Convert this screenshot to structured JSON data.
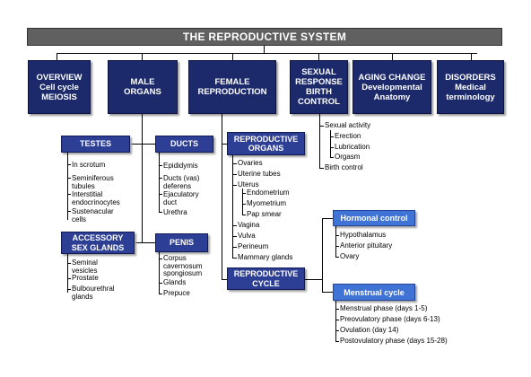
{
  "title": "THE REPRODUCTIVE SYSTEM",
  "top": [
    {
      "l1": "OVERVIEW",
      "l2": "Cell cycle",
      "l3": "MEIOSIS"
    },
    {
      "l1": "MALE",
      "l2": "ORGANS"
    },
    {
      "l1": "FEMALE",
      "l2": "REPRODUCTION"
    },
    {
      "l1": "SEXUAL",
      "l2": "RESPONSE",
      "l3": "BIRTH",
      "l4": "CONTROL"
    },
    {
      "l1": "AGING CHANGE",
      "l2": "Developmental",
      "l3": "Anatomy"
    },
    {
      "l1": "DISORDERS",
      "l2": "Medical",
      "l3": "terminology"
    }
  ],
  "testes": {
    "label": "TESTES",
    "items": [
      "In scrotum",
      "Seminiferous tubules",
      "Interstitial endocrinocytes",
      "Sustenacular cells"
    ]
  },
  "ducts": {
    "label": "DUCTS",
    "items": [
      "Epididymis",
      "Ducts (vas) deferens",
      "Ejaculatory duct",
      "Urethra"
    ]
  },
  "accessory": {
    "l1": "ACCESSORY",
    "l2": "SEX GLANDS",
    "items": [
      "Seminal vesicles",
      "Prostate",
      "Bulbourethral glands"
    ]
  },
  "penis": {
    "label": "PENIS",
    "items": [
      "Corpus cavernosum spongiosum",
      "Glands",
      "Prepuce"
    ]
  },
  "repro_organs": {
    "l1": "REPRODUCTIVE",
    "l2": "ORGANS",
    "items": [
      "Ovaries",
      "Uterine tubes",
      "Uterus",
      "Endometrium",
      "Myometrium",
      "Pap smear",
      "Vagina",
      "Vulva",
      "Perineum",
      "Mammary glands"
    ]
  },
  "repro_cycle": {
    "l1": "REPRODUCTIVE",
    "l2": "CYCLE"
  },
  "hormonal": {
    "label": "Hormonal control",
    "items": [
      "Hypothalamus",
      "Anterior pituitary",
      "Ovary"
    ]
  },
  "menstrual": {
    "label": "Menstrual cycle",
    "items": [
      "Menstrual phase (days 1-5)",
      "Preovulatory phase (days 6-13)",
      "Ovulation (day 14)",
      "Postovulatory phase (days 15-28)"
    ]
  },
  "sexual": {
    "items": [
      "Sexual activity",
      "Erection",
      "Lubrication",
      "Orgasm",
      "Birth control"
    ]
  }
}
